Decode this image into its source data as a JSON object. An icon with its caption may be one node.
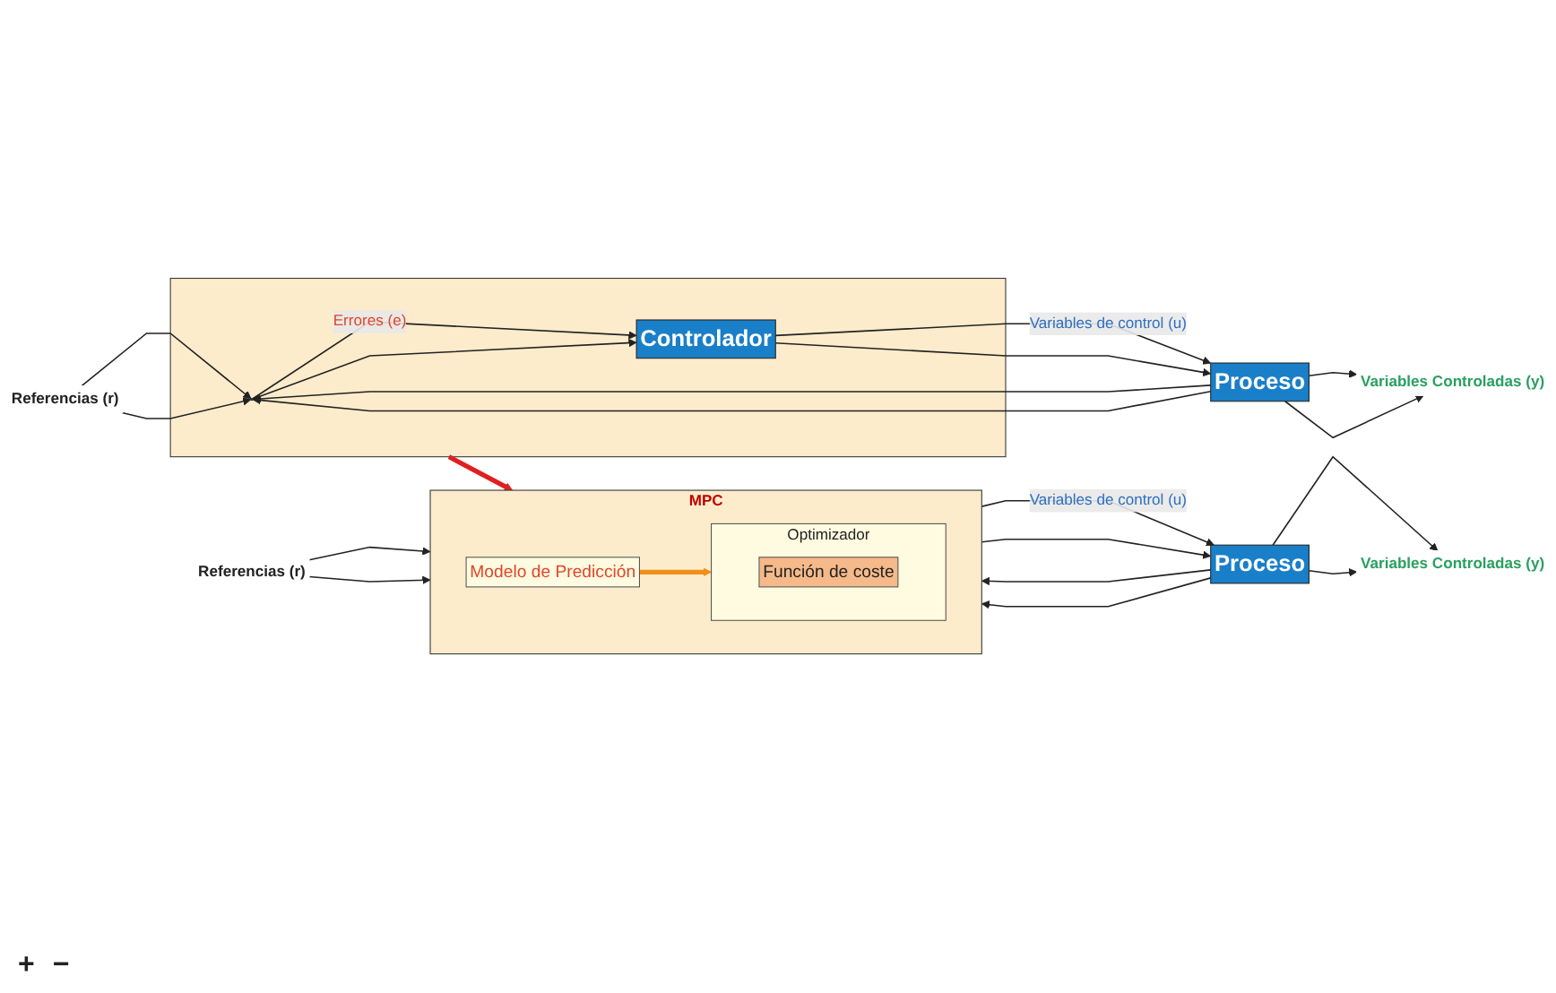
{
  "diagram": {
    "nodes": [
      {
        "text": [
          "Referencias (r)"
        ]
      },
      {
        "text": [],
        "shape": "box"
      },
      {
        "text": [],
        "shape": "circle",
        "in": 1
      },
      {
        "text": [
          "Controlador"
        ],
        "in": 1
      },
      {
        "text": [
          "Proceso"
        ]
      },
      {
        "text": [
          "Variables Controladas (y)"
        ]
      },
      {
        "text": [
          "MPC"
        ]
      },
      {
        "text": [
          "Modelo de Predicción"
        ],
        "in": 6
      },
      {
        "text": [
          "Optimizador"
        ],
        "in": 6
      },
      {
        "text": [
          "Función de coste"
        ],
        "in": 8
      },
      {
        "text": [
          "Referencias (r)"
        ]
      },
      {
        "text": [
          "Proceso"
        ]
      },
      {
        "text": [
          "Variables Controladas (y)"
        ]
      }
    ],
    "edges": [
      {
        "from": 0,
        "to": 2,
        "arrow": "to"
      },
      {
        "from": 0,
        "to": 2,
        "arrow": "to"
      },
      {
        "from": 2,
        "to": 3,
        "arrow": "to",
        "label": "Errores (e)"
      },
      {
        "from": 2,
        "to": 3,
        "arrow": "to"
      },
      {
        "from": 3,
        "to": 4,
        "arrow": "to",
        "label": "Variables de control (u)"
      },
      {
        "from": 3,
        "to": 4,
        "arrow": "to"
      },
      {
        "from": 4,
        "to": 5,
        "arrow": "to"
      },
      {
        "from": 4,
        "to": 5,
        "arrow": "to"
      },
      {
        "from": 4,
        "to": 2,
        "arrow": "to"
      },
      {
        "from": 4,
        "to": 2,
        "arrow": "to"
      },
      {
        "from": 1,
        "to": 6,
        "arrow": "to",
        "style": "thick",
        "color": "#e02020"
      },
      {
        "from": 7,
        "to": 8,
        "arrow": "to",
        "style": "thick",
        "color": "#f0901a"
      },
      {
        "from": 10,
        "to": 6,
        "arrow": "to"
      },
      {
        "from": 10,
        "to": 6,
        "arrow": "to"
      },
      {
        "from": 6,
        "to": 11,
        "arrow": "to",
        "label": "Variables de control (u)"
      },
      {
        "from": 6,
        "to": 11,
        "arrow": "to"
      },
      {
        "from": 11,
        "to": 12,
        "arrow": "to"
      },
      {
        "from": 11,
        "to": 12,
        "arrow": "to"
      },
      {
        "from": 11,
        "to": 6,
        "arrow": "to"
      },
      {
        "from": 11,
        "to": 6,
        "arrow": "to"
      }
    ],
    "labels": [
      "+",
      "−"
    ]
  }
}
